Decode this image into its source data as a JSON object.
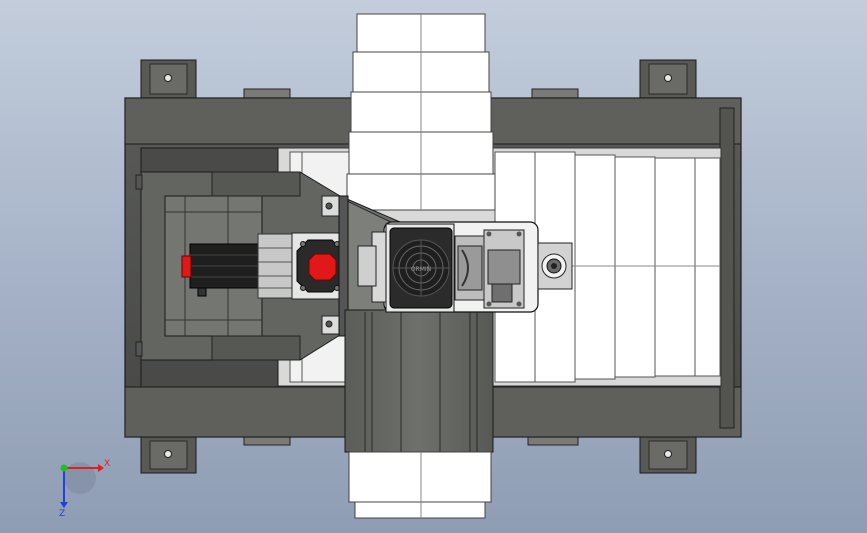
{
  "viewport": {
    "background_top": "#c3cddc",
    "background_bottom": "#8f9db4"
  },
  "colors": {
    "frame_dark": "#4d4e4b",
    "frame_mid": "#5e605c",
    "frame_light": "#737571",
    "bellows_white": "#ffffff",
    "bellows_line": "#8a8a8a",
    "outline": "#1a1a1a",
    "red_part": "#e01818",
    "fan_dark": "#2b2b2b",
    "axis_x": "#e02020",
    "axis_y": "#20c020",
    "axis_z": "#2040e0"
  },
  "triad": {
    "x_label": "X",
    "z_label": "Z"
  },
  "motor": {
    "brand": "ORMIN"
  }
}
